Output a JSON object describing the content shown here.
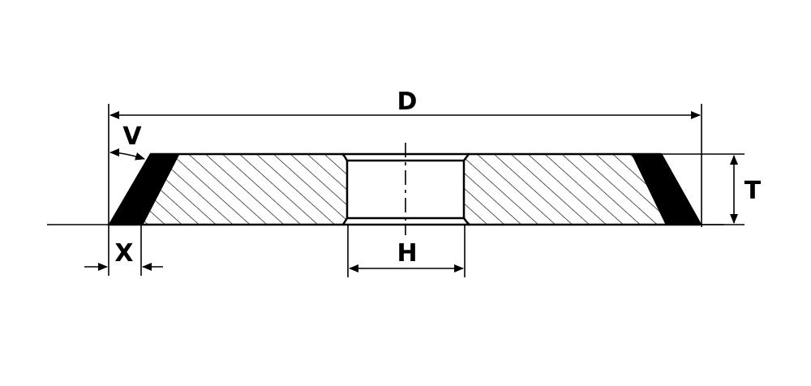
{
  "diagram": {
    "labels": {
      "D": "D",
      "V": "V",
      "T": "T",
      "X": "X",
      "H": "H"
    },
    "colors": {
      "ink": "#000000",
      "paper": "#ffffff"
    }
  }
}
